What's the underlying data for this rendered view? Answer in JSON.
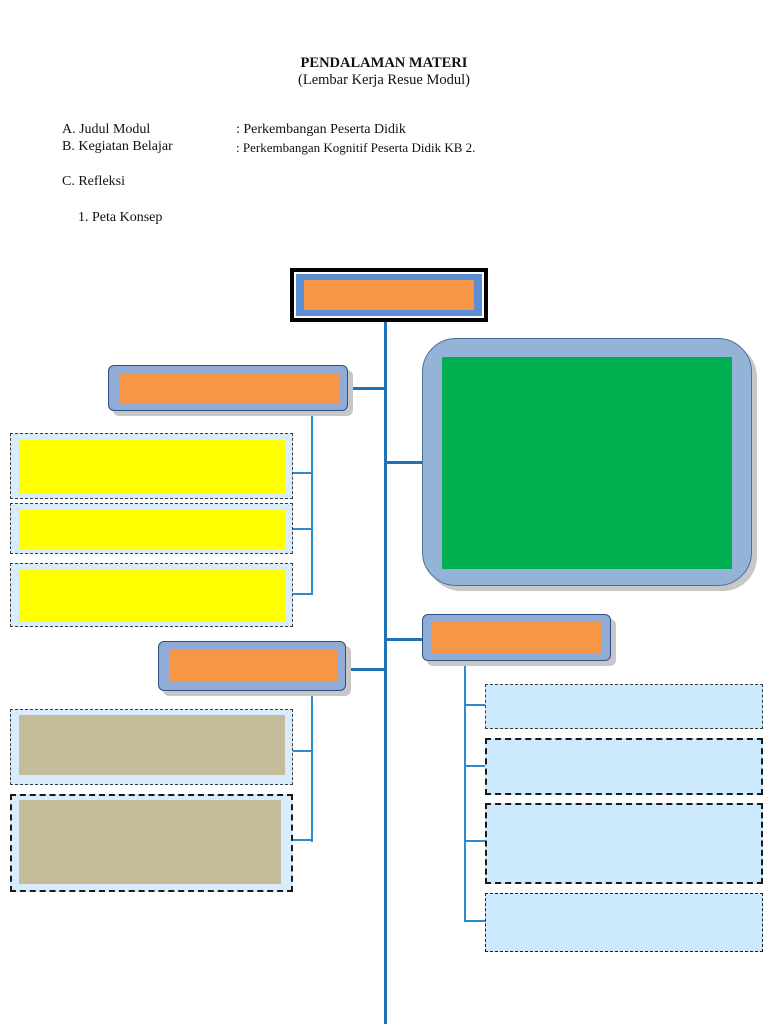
{
  "header": {
    "title": "PENDALAMAN MATERI",
    "subtitle": "(Lembar Kerja Resue Modul)"
  },
  "meta": [
    {
      "label": "A. Judul Modul",
      "value": ": Perkembangan Peserta Didik"
    },
    {
      "label": "B. Kegiatan  Belajar",
      "value": ": Perkembangan Kognitif Peserta Didik KB 2."
    }
  ],
  "section_c": "C. Refleksi",
  "concept_map_heading": "1.   Peta Konsep",
  "colors": {
    "connector": "#1f73b8",
    "frame": "#8fabd6",
    "heading_fill": "#f79646",
    "main_panel": "#00b050",
    "yellow_item": "#ffff00",
    "khaki_item": "#c4bc9a",
    "light_item": "#cde9fd"
  }
}
